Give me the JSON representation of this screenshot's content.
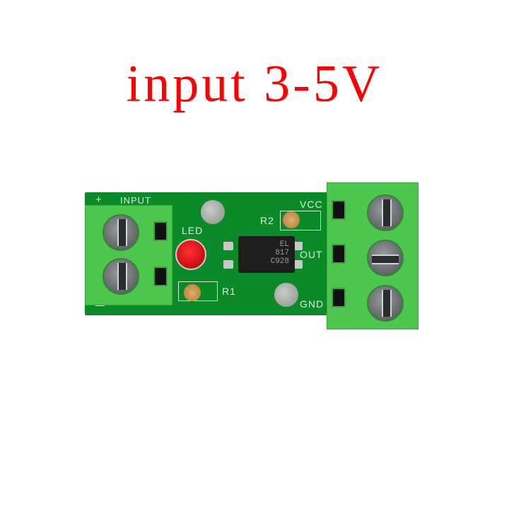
{
  "title": "input 3-5V",
  "board": {
    "input_label": "INPUT",
    "plus": "+",
    "minus": "—",
    "led_label": "LED",
    "r1_label": "R1",
    "r2_label": "R2",
    "vcc_label": "VCC",
    "out_label": "OUT",
    "gnd_label": "GND",
    "chip": {
      "line1": "EL",
      "line2": "817",
      "line3": "C928"
    }
  },
  "colors": {
    "title": "#ff0000",
    "pcb": "#0b8a2a",
    "terminal": "#4cc64c",
    "led": "#e01010"
  }
}
